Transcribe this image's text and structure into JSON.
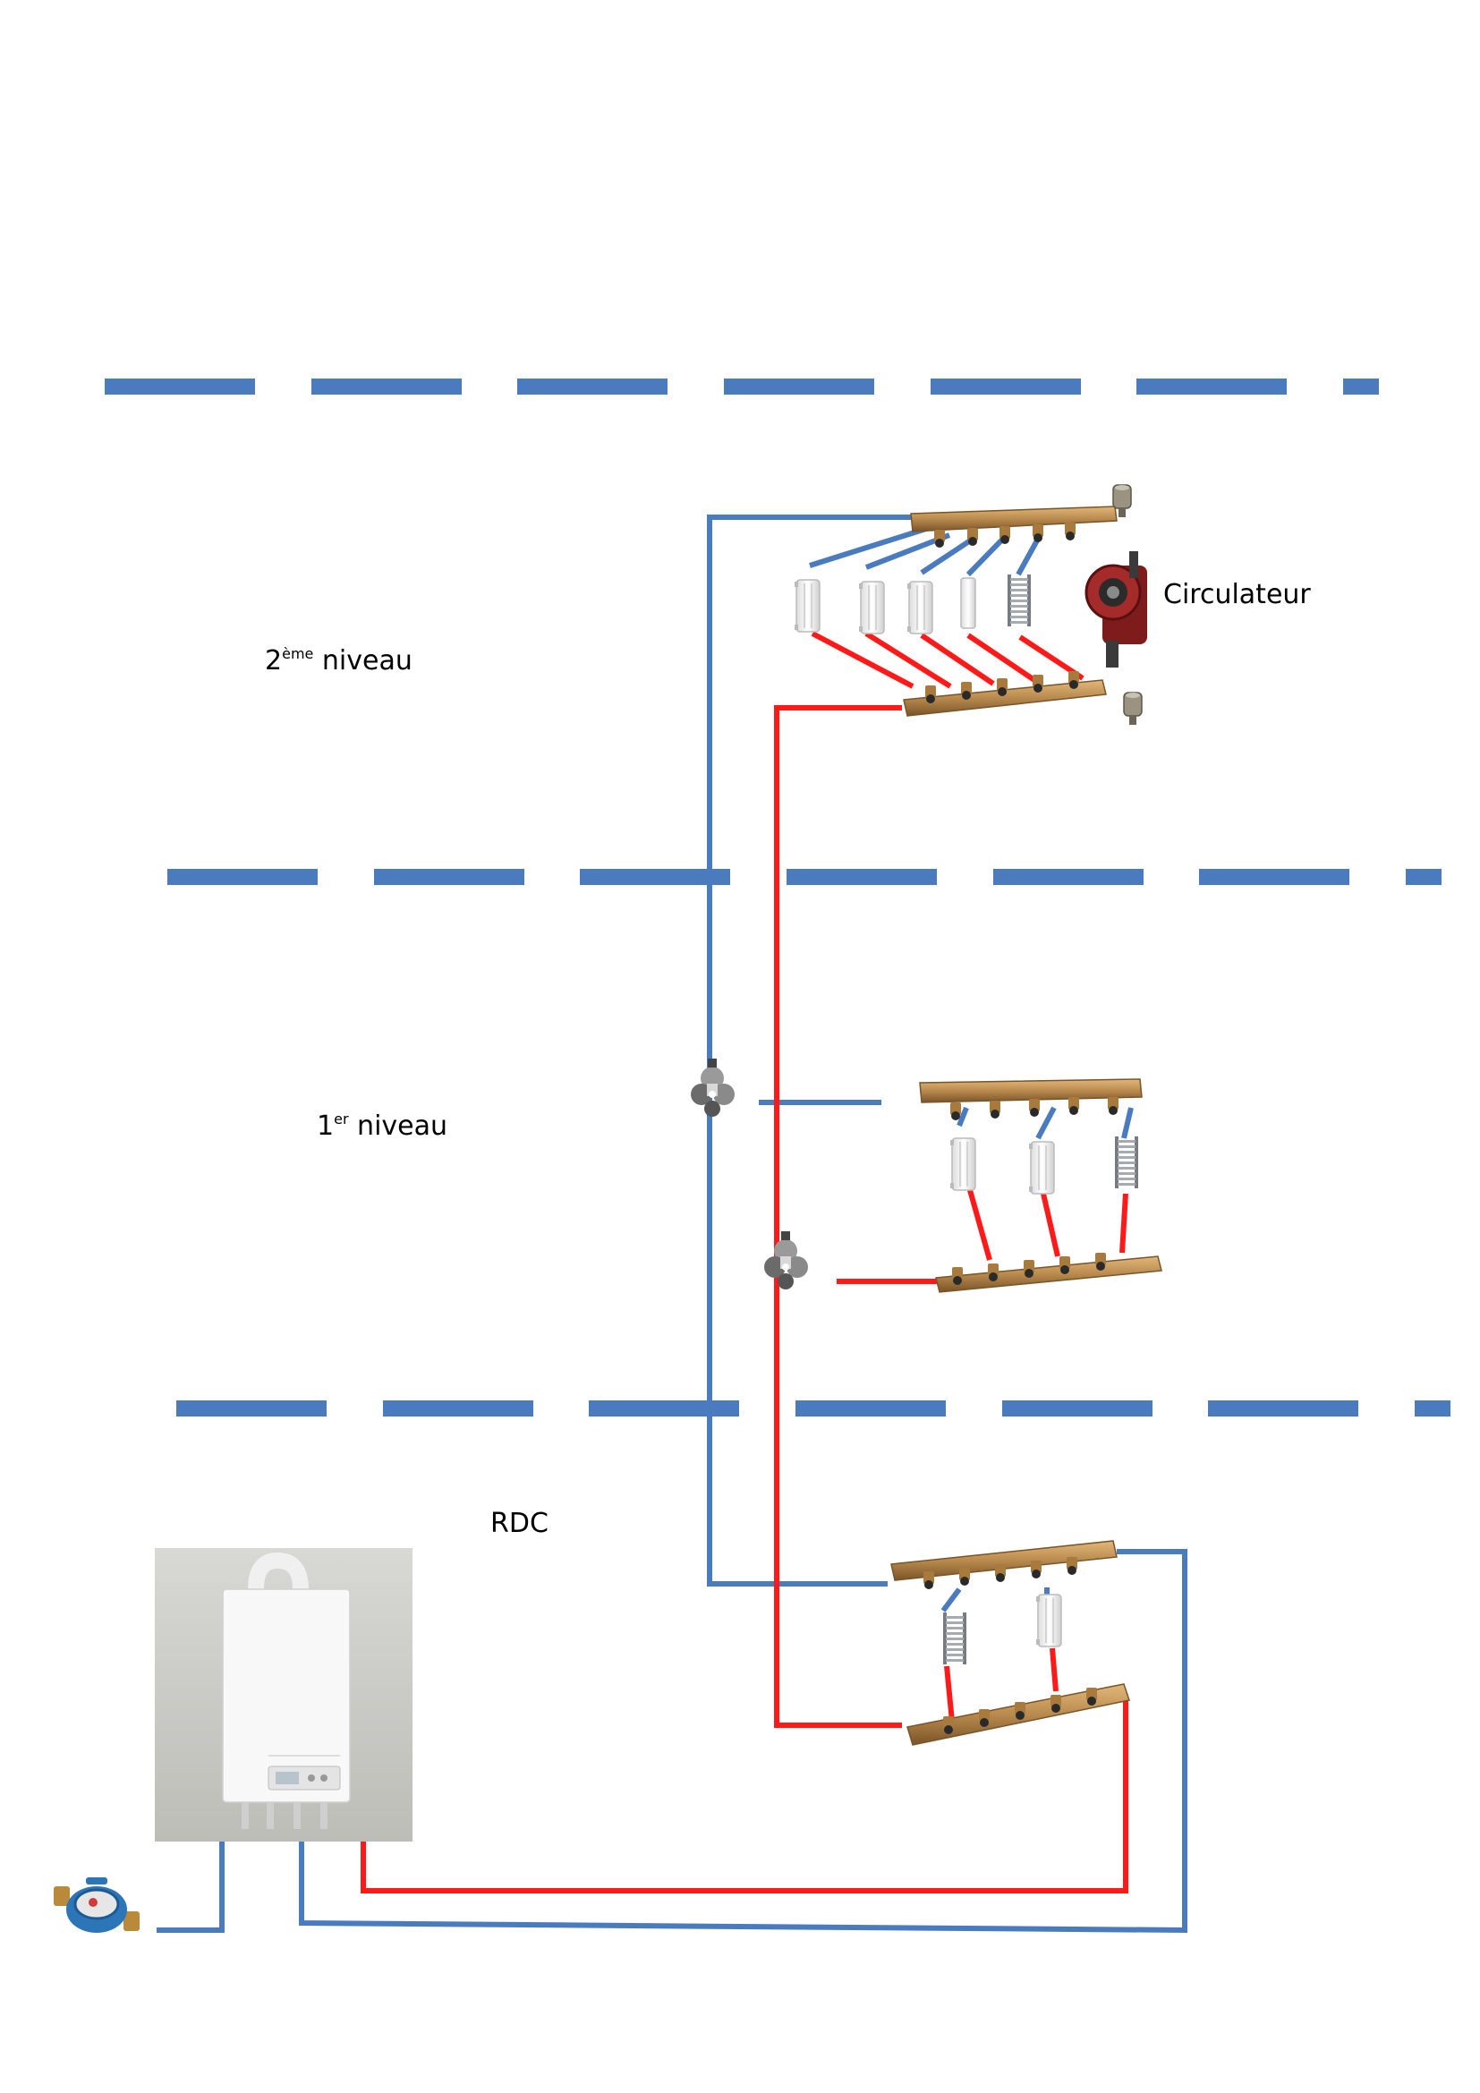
{
  "labels": {
    "level2": {
      "num": "2",
      "sup": "ème",
      "text": " niveau"
    },
    "level1": {
      "num": "1",
      "sup": "er",
      "text": " niveau"
    },
    "ground": "RDC",
    "pump": "Circulateur"
  },
  "colors": {
    "floor_line": "#4a7bbf",
    "return_pipe": "#4a7bbf",
    "supply_pipe": "#ff1a1a",
    "manifold": "#b98a4e",
    "manifold_dark": "#8a6030",
    "valve_dark": "#2a2a2a",
    "radiator": "#f2f2f2",
    "towel_radiator": "#9a9fa6",
    "boiler_bg": "#cfcfcf",
    "boiler_body": "#f8f8f8",
    "pump_body": "#8a1f1f",
    "meter_blue": "#2c76b8",
    "meter_brass": "#b88a3a"
  },
  "icons": [
    "radiator-icon",
    "towel-radiator-icon",
    "circulator-pump-icon",
    "air-vent-icon",
    "mixing-valve-icon",
    "boiler-icon",
    "water-meter-icon",
    "manifold-icon"
  ]
}
